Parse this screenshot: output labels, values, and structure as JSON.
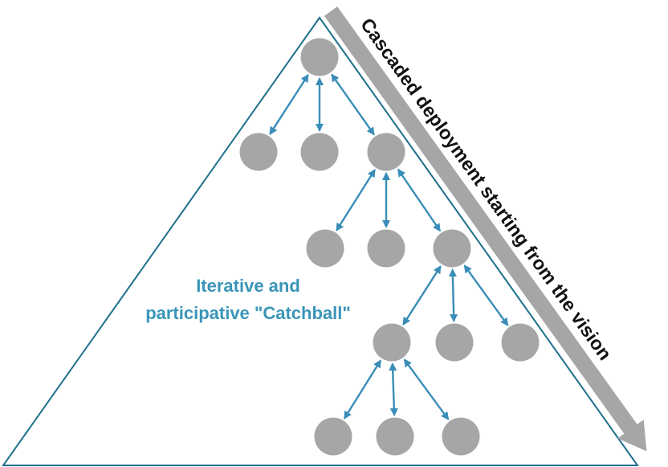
{
  "diagram": {
    "caption_line1": "Iterative and",
    "caption_line2": "participative \"Catchball\"",
    "cascade_label": "Cascaded deployment starting from the vision",
    "colors": {
      "node": "#a6a6a6",
      "link": "#3a8db7",
      "triangle_outline": "#1f6f8b",
      "caption": "#3a95b8",
      "cascade_arrow": "#a6a6a6",
      "cascade_text": "#111111"
    },
    "hierarchy": {
      "id": "n0",
      "children": [
        {
          "id": "n1",
          "children": []
        },
        {
          "id": "n2",
          "children": []
        },
        {
          "id": "n3",
          "children": [
            {
              "id": "n4",
              "children": []
            },
            {
              "id": "n5",
              "children": []
            },
            {
              "id": "n6",
              "children": [
                {
                  "id": "n7",
                  "children": [
                    {
                      "id": "n10",
                      "children": []
                    },
                    {
                      "id": "n11",
                      "children": []
                    },
                    {
                      "id": "n12",
                      "children": []
                    }
                  ]
                },
                {
                  "id": "n8",
                  "children": []
                },
                {
                  "id": "n9",
                  "children": []
                }
              ]
            }
          ]
        }
      ]
    },
    "link_type": "bidirectional-arrow"
  }
}
